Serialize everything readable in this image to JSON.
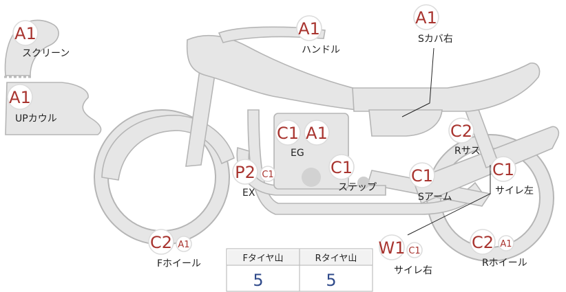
{
  "parts": {
    "screen": {
      "grade": "A1",
      "label": "スクリーン"
    },
    "up_cowl": {
      "grade": "A1",
      "label": "UPカウル"
    },
    "handle": {
      "grade": "A1",
      "label": "ハンドル"
    },
    "s_cover_r": {
      "grade": "A1",
      "label": "Sカバ右"
    },
    "eg": {
      "grade1": "C1",
      "grade2": "A1",
      "label": "EG"
    },
    "r_sus": {
      "grade": "C2",
      "label": "Rサス"
    },
    "ex": {
      "grade": "P2",
      "grade_small": "C1",
      "label": "EX"
    },
    "step": {
      "grade": "C1",
      "label": "ステップ"
    },
    "s_arm": {
      "grade": "C1",
      "label": "Sアーム"
    },
    "silencer_l": {
      "grade": "C1",
      "label": "サイレ左"
    },
    "f_wheel": {
      "grade": "C2",
      "grade_small": "A1",
      "label": "Fホイール"
    },
    "silencer_r": {
      "grade": "W1",
      "grade_small": "C1",
      "label": "サイレ右"
    },
    "r_wheel": {
      "grade": "C2",
      "grade_small": "A1",
      "label": "Rホイール"
    }
  },
  "tire_table": {
    "headers": [
      "Fタイヤ山",
      "Rタイヤ山"
    ],
    "values": [
      "5",
      "5"
    ]
  },
  "colors": {
    "grade": "#a8342f",
    "table_value": "#2f4a8a",
    "part_fill": "#e6e6e6",
    "part_stroke": "#b5b5b5"
  }
}
